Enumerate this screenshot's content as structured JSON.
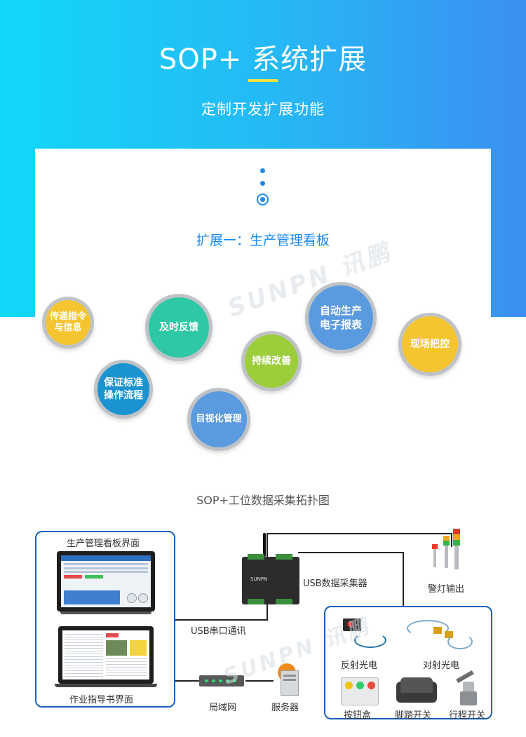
{
  "header": {
    "title": "SOP+ 系统扩展",
    "subtitle": "定制开发扩展功能"
  },
  "section": {
    "title": "扩展一：生产管理看板"
  },
  "watermark": "SUNPN 讯鹏",
  "bubbles": [
    {
      "line1": "传递指令",
      "line2": "与信息"
    },
    {
      "line1": "及时反馈",
      "line2": ""
    },
    {
      "line1": "自动生产",
      "line2": "电子报表"
    },
    {
      "line1": "现场把控",
      "line2": ""
    },
    {
      "line1": "持续改善",
      "line2": ""
    },
    {
      "line1": "保证标准",
      "line2": "操作流程"
    },
    {
      "line1": "目视化管理",
      "line2": ""
    }
  ],
  "topology": {
    "title": "SOP+工位数据采集拓扑图",
    "dashboard_label": "生产管理看板界面",
    "instruction_label": "作业指导书界面",
    "usb_serial_label": "USB串口通讯",
    "collector_label": "USB数据采集器",
    "collector_brand": "SUNPN",
    "alarm_label": "警灯输出",
    "lan_label": "局域网",
    "server_label": "服务器",
    "sensors": {
      "reflective": "反射光电",
      "through_beam": "对射光电",
      "button_box": "按钮盒",
      "foot_switch": "脚踏开关",
      "travel_switch": "行程开关"
    }
  },
  "colors": {
    "accent": "#1a8cf0",
    "underline": "#ffe23d",
    "yellow": "#f5c531",
    "teal": "#2fc8a4",
    "blue": "#5a9be0",
    "green": "#9bce3a",
    "deep_blue": "#1a93d0",
    "box_border": "#1b5fb6"
  }
}
